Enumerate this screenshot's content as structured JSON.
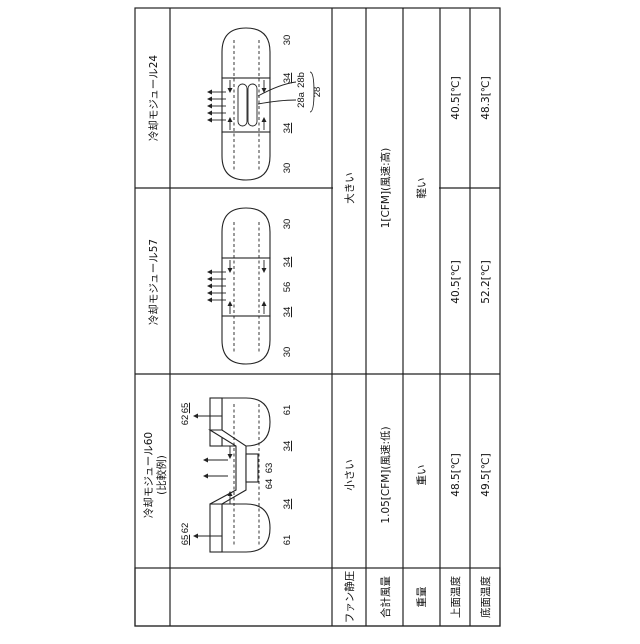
{
  "row_headers": {
    "fan_static_pressure": "ファン静圧",
    "total_airflow": "合計風量",
    "weight": "重量",
    "top_temp": "上面温度",
    "bottom_temp": "底面温度"
  },
  "modules": {
    "m60": {
      "title_line1": "冷却モジュール60",
      "title_line2": "(比較例)",
      "fan_static_pressure": "小さい",
      "total_airflow": "1.05[CFM](風速:低)",
      "weight": "重い",
      "top_temp": "48.5[℃]",
      "bottom_temp": "49.5[℃]"
    },
    "m57": {
      "title": "冷却モジュール57",
      "top_temp": "40.5[℃]",
      "bottom_temp": "52.2[℃]"
    },
    "m24": {
      "title": "冷却モジュール24",
      "top_temp": "40.5[℃]",
      "bottom_temp": "48.3[℃]"
    },
    "shared": {
      "fan_static_pressure": "大きい",
      "total_airflow": "1[CFM](風速:高)",
      "weight": "軽い"
    }
  },
  "refs": {
    "r65": "65",
    "r62": "62",
    "r61": "61",
    "r34": "34",
    "r64": "64",
    "r63": "63",
    "r30": "30",
    "r56": "56",
    "r28": "28",
    "r28a": "28a",
    "r28b": "28b"
  }
}
